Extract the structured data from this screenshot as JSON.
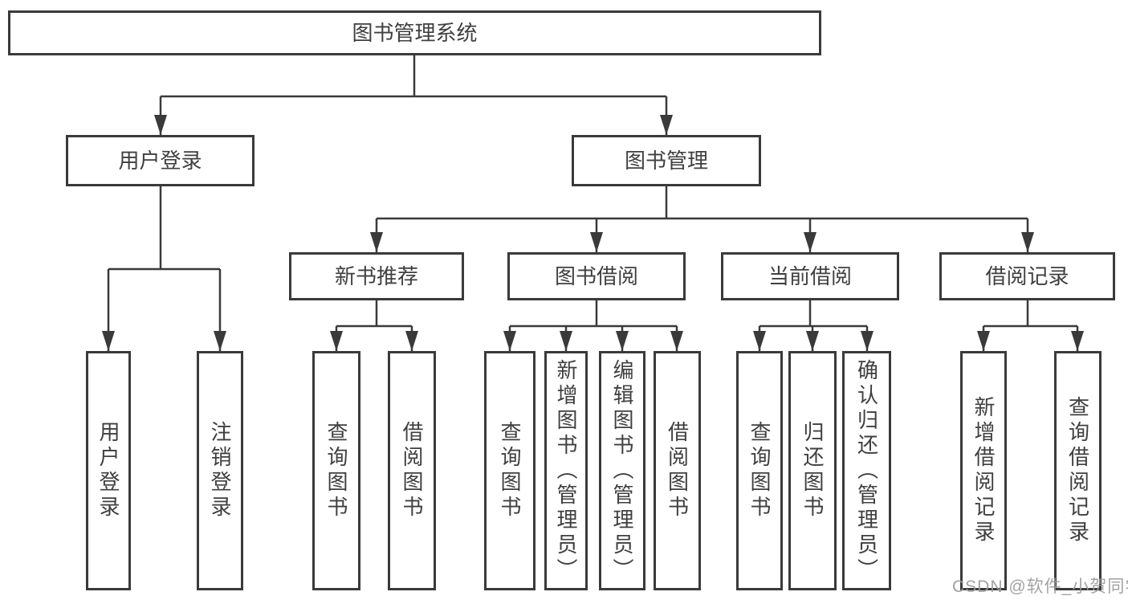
{
  "diagram": {
    "root": {
      "label": "图书管理系统"
    },
    "level2": [
      {
        "label": "用户登录"
      },
      {
        "label": "图书管理"
      }
    ],
    "level3": [
      {
        "label": "新书推荐"
      },
      {
        "label": "图书借阅"
      },
      {
        "label": "当前借阅"
      },
      {
        "label": "借阅记录"
      }
    ],
    "leaves": {
      "user_login": [
        "用户登录",
        "注销登录"
      ],
      "new_book": [
        "查询图书",
        "借阅图书"
      ],
      "book_borrow": [
        "查询图书",
        "新增图书（管理员）",
        "编辑图书（管理员）",
        "借阅图书"
      ],
      "current_borrow": [
        "查询图书",
        "归还图书",
        "确认归还（管理员）"
      ],
      "borrow_record": [
        "新增借阅记录",
        "查询借阅记录"
      ]
    }
  },
  "watermark": {
    "text": "CSDN @软件_小贺同学"
  },
  "colors": {
    "line": "#3a3a3a",
    "box_border": "#3a3a3a",
    "text": "#3f3f3f",
    "watermark": "#9b9b9b",
    "background": "#ffffff"
  }
}
